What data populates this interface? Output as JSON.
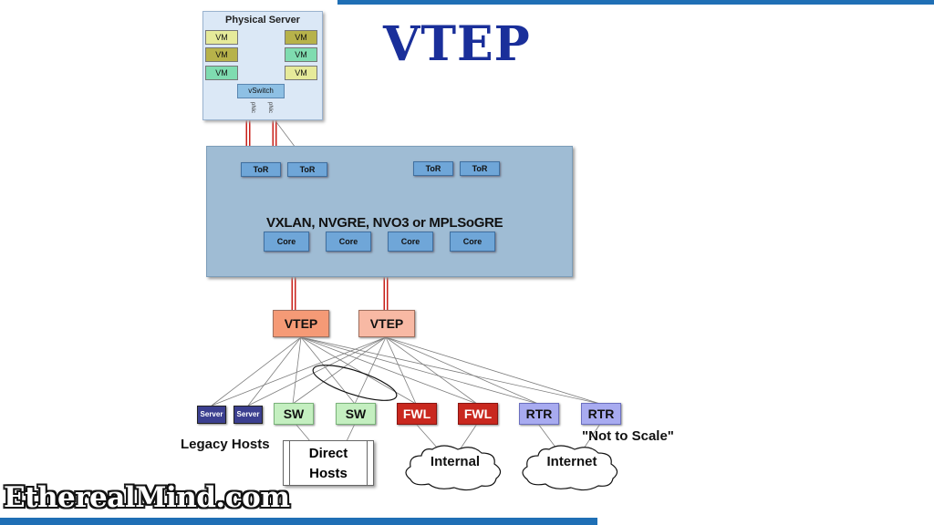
{
  "title": "VTEP",
  "physical_server": {
    "title": "Physical  Server",
    "vms_left": [
      "VM",
      "VM",
      "VM"
    ],
    "vms_right": [
      "VM",
      "VM",
      "VM"
    ],
    "vswitch": "vSwitch",
    "nic_labels": [
      "pNic",
      "pNic"
    ]
  },
  "fabric": {
    "label": "VXLAN, NVGRE, NVO3 or MPLSoGRE",
    "tor": [
      "ToR",
      "ToR",
      "ToR",
      "ToR"
    ],
    "core": [
      "Core",
      "Core",
      "Core",
      "Core"
    ]
  },
  "vteps": [
    "VTEP",
    "VTEP"
  ],
  "leaves": {
    "servers": [
      "Server",
      "Server"
    ],
    "sw": [
      "SW",
      "SW"
    ],
    "fwl": [
      "FWL",
      "FWL"
    ],
    "rtr": [
      "RTR",
      "RTR"
    ]
  },
  "labels": {
    "legacy_hosts": "Legacy Hosts",
    "direct_hosts_line1": "Direct",
    "direct_hosts_line2": "Hosts",
    "internal": "Internal",
    "internet": "Internet",
    "not_to_scale": "\"Not to Scale\""
  },
  "branding": {
    "logo_text": "EtherealMind.com"
  },
  "colors": {
    "accent_bar": "#1f6fb5",
    "title": "#1a2f9a",
    "vtep_left": "#f59a76",
    "vtep_right": "#f8b9a4"
  }
}
